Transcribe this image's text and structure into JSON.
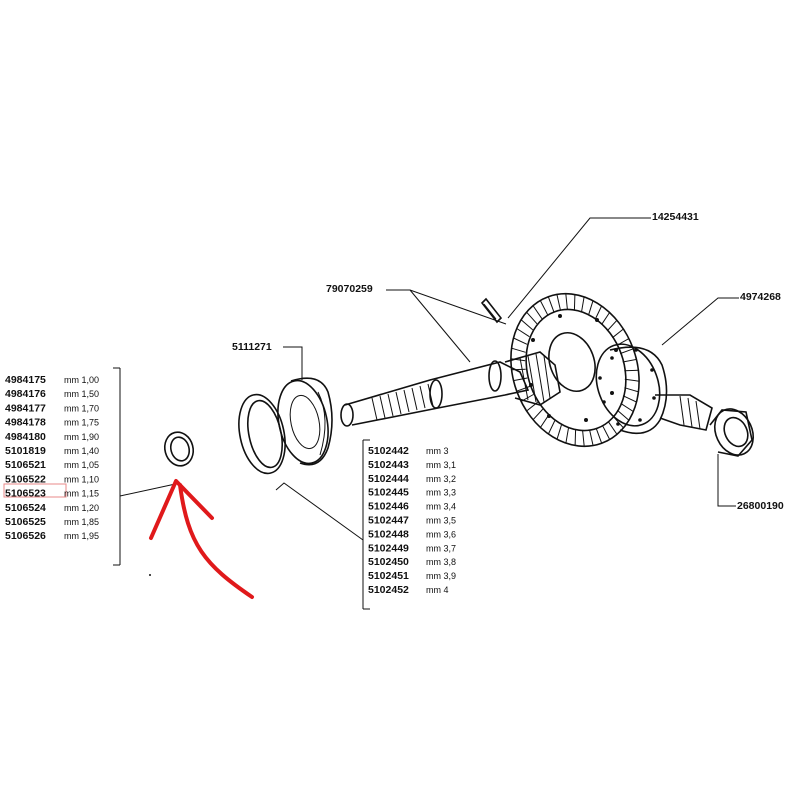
{
  "callouts": {
    "screw": "14254431",
    "pinion_gear": "79070259",
    "differential": "4974268",
    "bearing_cup": "5111271",
    "bearing_right": "26800190"
  },
  "shims_left": [
    {
      "code": "4984175",
      "size": "mm 1,00"
    },
    {
      "code": "4984176",
      "size": "mm 1,50"
    },
    {
      "code": "4984177",
      "size": "mm 1,70"
    },
    {
      "code": "4984178",
      "size": "mm 1,75"
    },
    {
      "code": "4984180",
      "size": "mm 1,90"
    },
    {
      "code": "5101819",
      "size": "mm 1,40"
    },
    {
      "code": "5106521",
      "size": "mm 1,05"
    },
    {
      "code": "5106522",
      "size": "mm 1,10",
      "highlighted": true
    },
    {
      "code": "5106523",
      "size": "mm 1,15"
    },
    {
      "code": "5106524",
      "size": "mm 1,20"
    },
    {
      "code": "5106525",
      "size": "mm 1,85"
    },
    {
      "code": "5106526",
      "size": "mm 1,95"
    }
  ],
  "shims_middle": [
    {
      "code": "5102442",
      "size": "mm 3"
    },
    {
      "code": "5102443",
      "size": "mm 3,1"
    },
    {
      "code": "5102444",
      "size": "mm 3,2"
    },
    {
      "code": "5102445",
      "size": "mm 3,3"
    },
    {
      "code": "5102446",
      "size": "mm 3,4"
    },
    {
      "code": "5102447",
      "size": "mm 3,5"
    },
    {
      "code": "5102448",
      "size": "mm 3,6"
    },
    {
      "code": "5102449",
      "size": "mm 3,7"
    },
    {
      "code": "5102450",
      "size": "mm 3,8"
    },
    {
      "code": "5102451",
      "size": "mm 3,9"
    },
    {
      "code": "5102452",
      "size": "mm 4"
    }
  ],
  "colors": {
    "ink": "#111111",
    "annotation": "#e0191b",
    "highlight_box": "#e98a8a"
  }
}
